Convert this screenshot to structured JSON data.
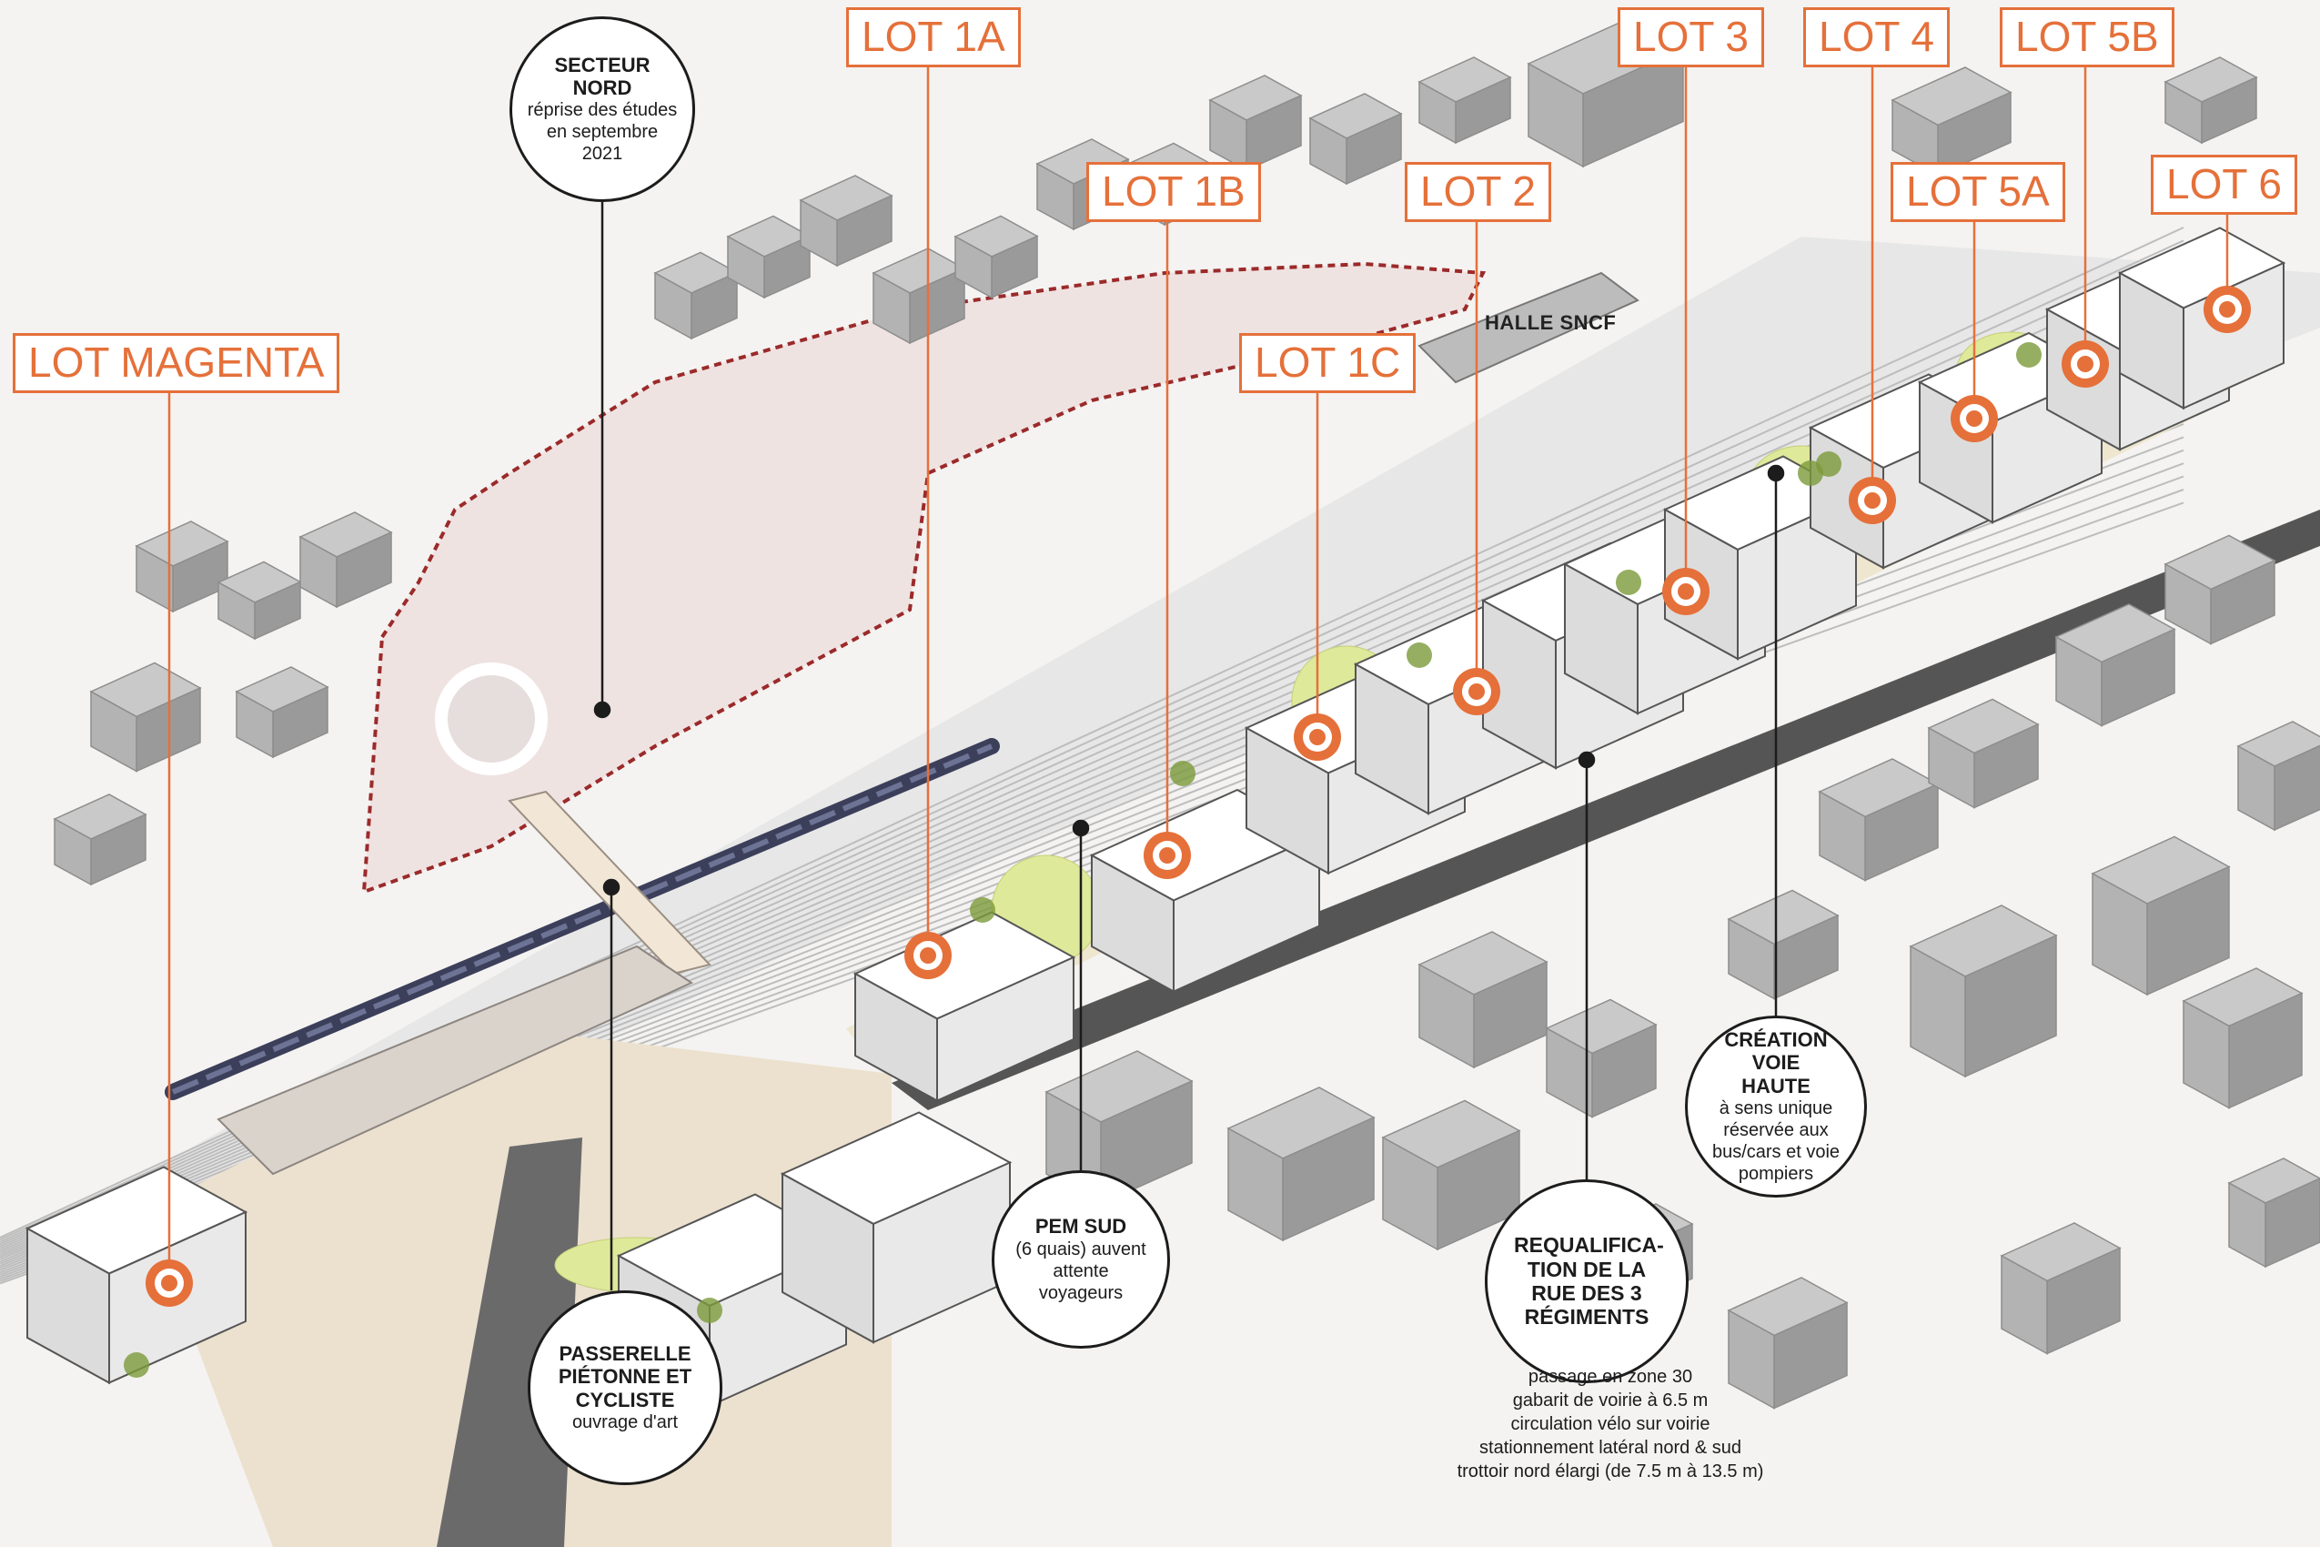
{
  "lots": [
    {
      "id": "magenta",
      "label": "LOT MAGENTA"
    },
    {
      "id": "1a",
      "label": "LOT 1A"
    },
    {
      "id": "1b",
      "label": "LOT 1B"
    },
    {
      "id": "1c",
      "label": "LOT 1C"
    },
    {
      "id": "2",
      "label": "LOT 2"
    },
    {
      "id": "3",
      "label": "LOT 3"
    },
    {
      "id": "4",
      "label": "LOT 4"
    },
    {
      "id": "5a",
      "label": "LOT 5A"
    },
    {
      "id": "5b",
      "label": "LOT 5B"
    },
    {
      "id": "6",
      "label": "LOT 6"
    }
  ],
  "map_labels": {
    "halle": "HALLE SNCF"
  },
  "callouts": {
    "secteur_nord": {
      "title": "SECTEUR NORD",
      "sub": "réprise des études en septembre 2021"
    },
    "passerelle": {
      "title": "PASSERELLE PIÉTONNE ET CYCLISTE",
      "sub": "ouvrage d'art"
    },
    "pem_sud": {
      "title": "PEM SUD",
      "sub": "(6 quais) auvent attente voyageurs"
    },
    "requalification": {
      "title": "REQUALIFICA-TION DE LA RUE DES 3 RÉGIMENTS",
      "sub": ""
    },
    "voie_haute": {
      "title": "CRÉATION VOIE HAUTE",
      "sub": "à sens unique réservée aux bus/cars et voie pompiers"
    }
  },
  "requalification_notes": [
    "passage en zone 30",
    "gabarit de voirie à 6.5 m",
    "circulation vélo sur voirie",
    "stationnement latéral nord & sud",
    "trottoir nord élargi (de 7.5 m à 13.5 m)"
  ],
  "colors": {
    "accent": "#e5703a",
    "building_grey": "#a9a9a9",
    "building_white": "#ffffff",
    "green_space": "#dfe99a",
    "perimeter": "#9b2a2a",
    "plaza": "#ece1cf"
  }
}
